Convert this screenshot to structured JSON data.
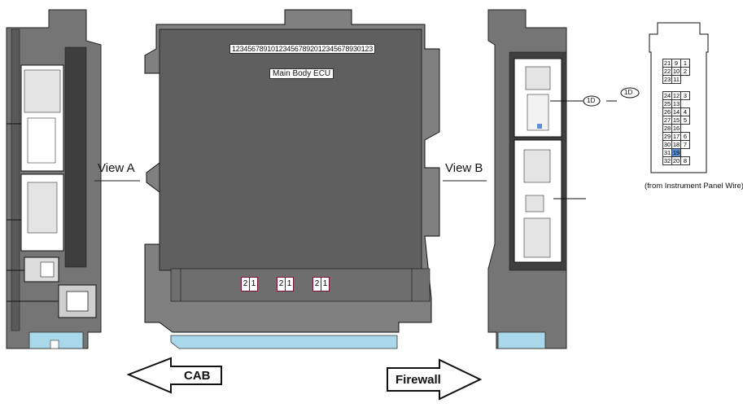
{
  "labels": {
    "view_a": "View A",
    "view_b": "View B",
    "ecu_name": "Main Body ECU",
    "top_pins": "123456789101234567892012345678930123",
    "connector_code_callout": "1D",
    "connector_code_detail": "1D",
    "caption": "(from Instrument Panel Wire)",
    "arrow_left": "CAB",
    "arrow_right": "Firewall"
  },
  "bottom_connectors": [
    {
      "pins": [
        "2",
        "1"
      ]
    },
    {
      "pins": [
        "2",
        "1"
      ]
    },
    {
      "pins": [
        "2",
        "1"
      ]
    }
  ],
  "connector_1d": {
    "rows": [
      [
        "21",
        "9",
        "1"
      ],
      [
        "22",
        "10",
        "2"
      ],
      [
        "23",
        "11",
        ""
      ],
      [
        "",
        "",
        ""
      ],
      [
        "24",
        "12",
        "3"
      ],
      [
        "25",
        "13",
        ""
      ],
      [
        "26",
        "14",
        "4"
      ],
      [
        "27",
        "15",
        "5"
      ],
      [
        "28",
        "16",
        ""
      ],
      [
        "29",
        "17",
        "6"
      ],
      [
        "30",
        "18",
        "7"
      ],
      [
        "31",
        "19",
        ""
      ],
      [
        "32",
        "20",
        "8"
      ]
    ],
    "highlighted_pin": "19",
    "highlight_color": "#5b8fd6"
  },
  "colors": {
    "ecu_body": "#5f5f5f",
    "ecu_frame": "#7a7a7a",
    "bracket": "#a8d8ea",
    "pin_box_border": "#7a1234"
  }
}
